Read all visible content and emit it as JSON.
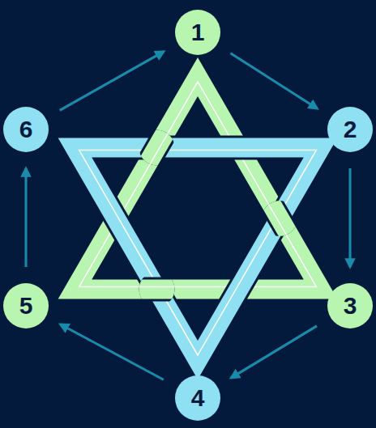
{
  "diagram": {
    "nodes": [
      {
        "text": [
          "1"
        ]
      },
      {
        "text": [
          "2"
        ]
      },
      {
        "text": [
          "3"
        ]
      },
      {
        "text": [
          "4"
        ]
      },
      {
        "text": [
          "5"
        ]
      },
      {
        "text": [
          "6"
        ]
      }
    ],
    "edges": [
      {
        "from": 0,
        "to": 1,
        "arrow": "to"
      },
      {
        "from": 1,
        "to": 2,
        "arrow": "to"
      },
      {
        "from": 2,
        "to": 3,
        "arrow": "to"
      },
      {
        "from": 3,
        "to": 4,
        "arrow": "to"
      },
      {
        "from": 4,
        "to": 5,
        "arrow": "to"
      },
      {
        "from": 5,
        "to": 0,
        "arrow": "to"
      }
    ]
  }
}
